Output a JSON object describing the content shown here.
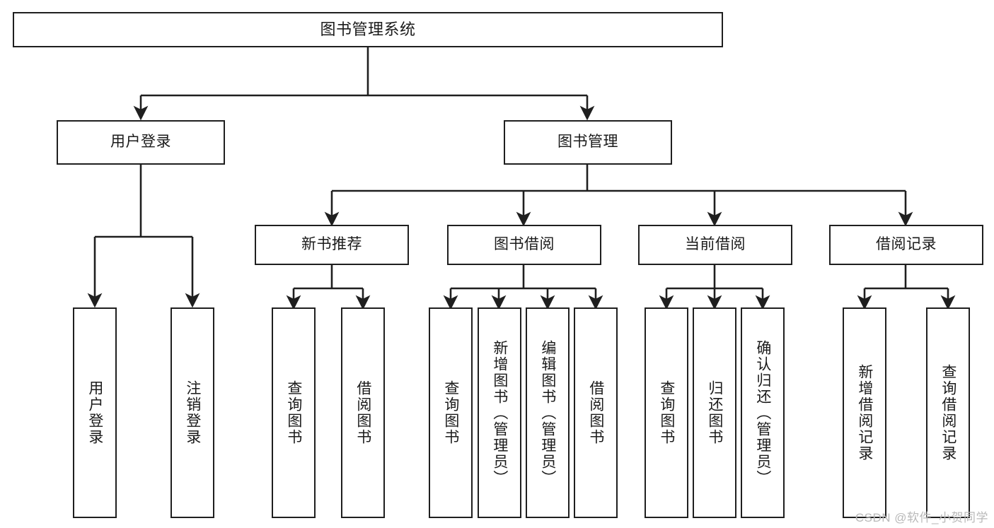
{
  "diagram": {
    "title": "图书管理系统",
    "type": "hierarchy-tree",
    "stroke_color": "#1f1f1f",
    "fill_color": "#ffffff",
    "text_color": "#1a1a1a",
    "nodes": {
      "root": {
        "label": "图书管理系统"
      },
      "level2": [
        {
          "label": "用户登录"
        },
        {
          "label": "图书管理"
        }
      ],
      "level3": [
        {
          "label": "新书推荐"
        },
        {
          "label": "图书借阅"
        },
        {
          "label": "当前借阅"
        },
        {
          "label": "借阅记录"
        }
      ],
      "leaves_user_login": [
        {
          "label": "用户登录"
        },
        {
          "label": "注销登录"
        }
      ],
      "leaves_new_book": [
        {
          "label": "查询图书"
        },
        {
          "label": "借阅图书"
        }
      ],
      "leaves_borrow": [
        {
          "label": "查询图书"
        },
        {
          "label": "新增图书（管理员）"
        },
        {
          "label": "编辑图书（管理员）"
        },
        {
          "label": "借阅图书"
        }
      ],
      "leaves_current": [
        {
          "label": "查询图书"
        },
        {
          "label": "归还图书"
        },
        {
          "label": "确认归还（管理员）"
        }
      ],
      "leaves_records": [
        {
          "label": "新增借阅记录"
        },
        {
          "label": "查询借阅记录"
        }
      ]
    },
    "watermark": "CSDN @软件_小贺同学"
  }
}
